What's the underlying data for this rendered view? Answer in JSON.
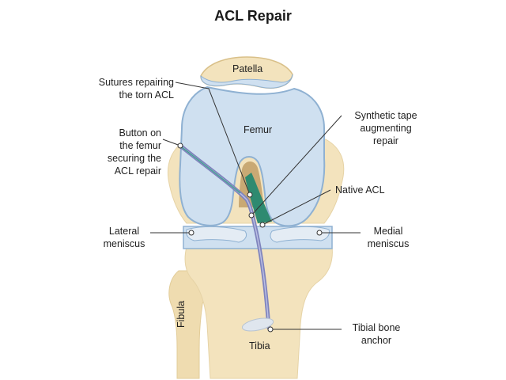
{
  "title": "ACL Repair",
  "anatomy": {
    "patella": "Patella",
    "femur": "Femur",
    "tibia": "Tibia",
    "fibula": "Fibula"
  },
  "callouts": {
    "sutures": "Sutures repairing\nthe torn ACL",
    "button": "Button on\nthe femur\nsecuring the\nACL repair",
    "synthetic_tape": "Synthetic tape\naugmenting\nrepair",
    "native_acl": "Native ACL",
    "lateral_meniscus": "Lateral\nmeniscus",
    "medial_meniscus": "Medial\nmeniscus",
    "tibial_anchor": "Tibial bone\nanchor"
  },
  "colors": {
    "bone_cream": "#f3e3bd",
    "cartilage_blue": "#cfe0f0",
    "cartilage_edge": "#8fb1d2",
    "acl_green": "#2e8a70",
    "tape_purple": "#7f84bd",
    "meniscus": "#dfe8f1"
  }
}
